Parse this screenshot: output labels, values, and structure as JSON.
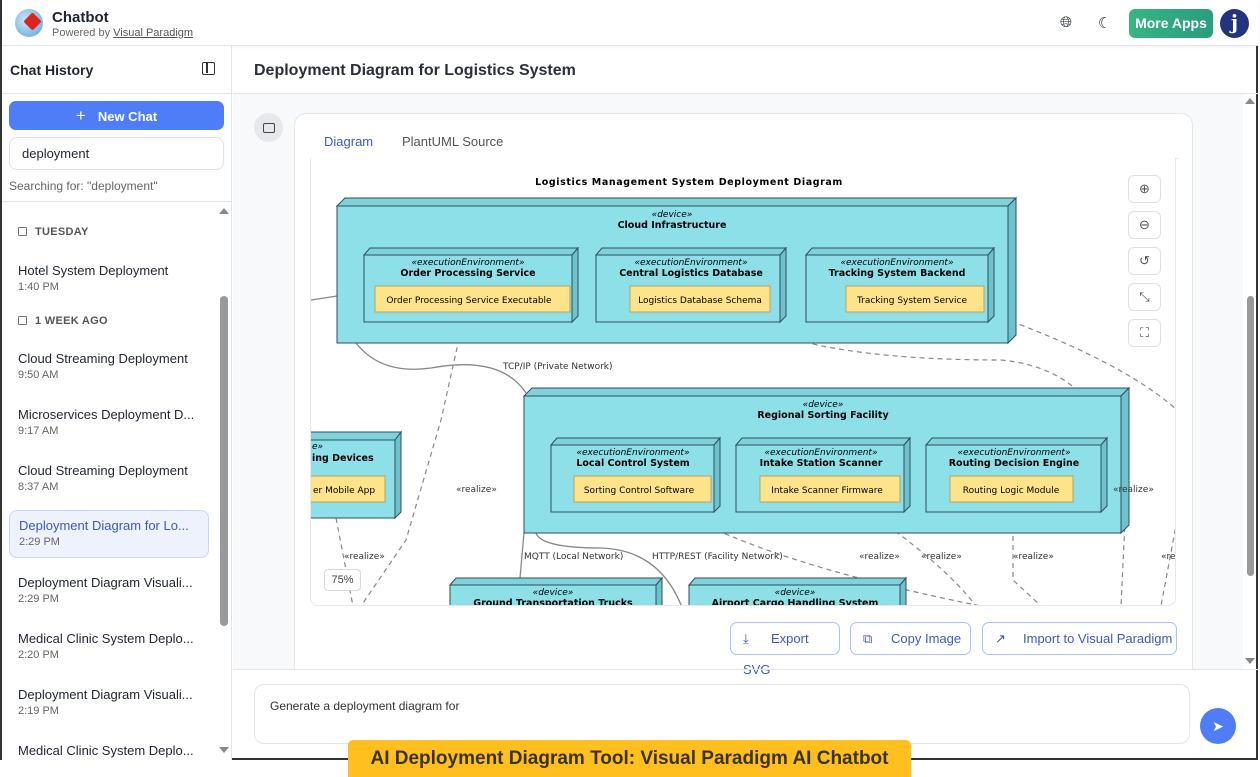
{
  "header": {
    "app_title": "Chatbot",
    "powered_by": "Powered by",
    "powered_link": "Visual Paradigm",
    "more_apps": "More Apps",
    "avatar_letter": "j",
    "icons": [
      "globe-icon",
      "moon-icon"
    ]
  },
  "sidebar": {
    "title": "Chat History",
    "new_chat": "New Chat",
    "search_value": "deployment",
    "searching_text": "Searching for: \"deployment\"",
    "groups": [
      "TUESDAY",
      "1 WEEK AGO"
    ],
    "items": [
      {
        "title": "Hotel System Deployment",
        "time": "1:40 PM"
      },
      {
        "title": "Cloud Streaming Deployment",
        "time": "9:50 AM"
      },
      {
        "title": "Microservices Deployment D...",
        "time": "9:17 AM"
      },
      {
        "title": "Cloud Streaming Deployment",
        "time": "8:37 AM"
      },
      {
        "title": "Deployment Diagram for Lo...",
        "time": "2:29 PM",
        "active": true
      },
      {
        "title": "Deployment Diagram Visuali...",
        "time": "2:29 PM"
      },
      {
        "title": "Medical Clinic System Deplo...",
        "time": "2:20 PM"
      },
      {
        "title": "Deployment Diagram Visuali...",
        "time": "2:19 PM"
      },
      {
        "title": "Medical Clinic System Deplo...",
        "time": ""
      }
    ]
  },
  "main": {
    "title": "Deployment Diagram for Logistics System",
    "tabs": [
      "Diagram",
      "PlantUML Source"
    ],
    "zoom_level": "75%",
    "actions": [
      "Export SVG",
      "Copy Image",
      "Import to Visual Paradigm"
    ],
    "composer_text": "Generate a deployment diagram for"
  },
  "diagram": {
    "title": "Logistics Management System Deployment Diagram",
    "device_stereo": "«device»",
    "env_stereo": "«executionEnvironment»",
    "realize": "«realize»",
    "realize_cut": "«rea",
    "cloud": {
      "name": "Cloud Infrastructure",
      "envs": [
        {
          "name": "Order Processing Service",
          "artifact": "Order Processing Service Executable"
        },
        {
          "name": "Central Logistics Database",
          "artifact": "Logistics Database Schema"
        },
        {
          "name": "Tracking System Backend",
          "artifact": "Tracking System Service"
        }
      ]
    },
    "sorting": {
      "name": "Regional Sorting Facility",
      "envs": [
        {
          "name": "Local Control System",
          "artifact": "Sorting Control Software"
        },
        {
          "name": "Intake Station Scanner",
          "artifact": "Intake Scanner Firmware"
        },
        {
          "name": "Routing Decision Engine",
          "artifact": "Routing Logic Module"
        }
      ]
    },
    "partial": {
      "stereo": "e»",
      "name": "ing Devices",
      "artifact": "er Mobile App"
    },
    "trucks": "Ground Transportation Trucks",
    "airport": "Airport Cargo Handling System",
    "links": {
      "tcp": "TCP/IP (Private Network)",
      "mqtt": "MQTT (Local Network)",
      "http": "HTTP/REST (Facility Network)"
    },
    "colors": {
      "node": "#8ddfe8",
      "artifact": "#fde38a"
    }
  },
  "banner": "AI Deployment Diagram Tool: Visual Paradigm AI Chatbot"
}
